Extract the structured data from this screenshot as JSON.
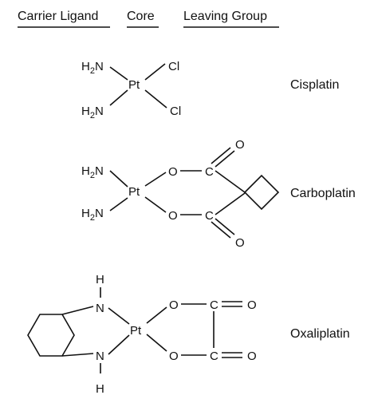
{
  "headers": {
    "carrier_ligand": "Carrier Ligand",
    "core": "Core",
    "leaving_group": "Leaving Group"
  },
  "atoms": {
    "pt": "Pt",
    "cl": "Cl",
    "h2n_h": "H",
    "h2n_sub": "2",
    "h2n_n": "N",
    "o": "O",
    "c": "C",
    "n": "N",
    "h": "H"
  },
  "compounds": {
    "cisplatin": "Cisplatin",
    "carboplatin": "Carboplatin",
    "oxaliplatin": "Oxaliplatin"
  }
}
